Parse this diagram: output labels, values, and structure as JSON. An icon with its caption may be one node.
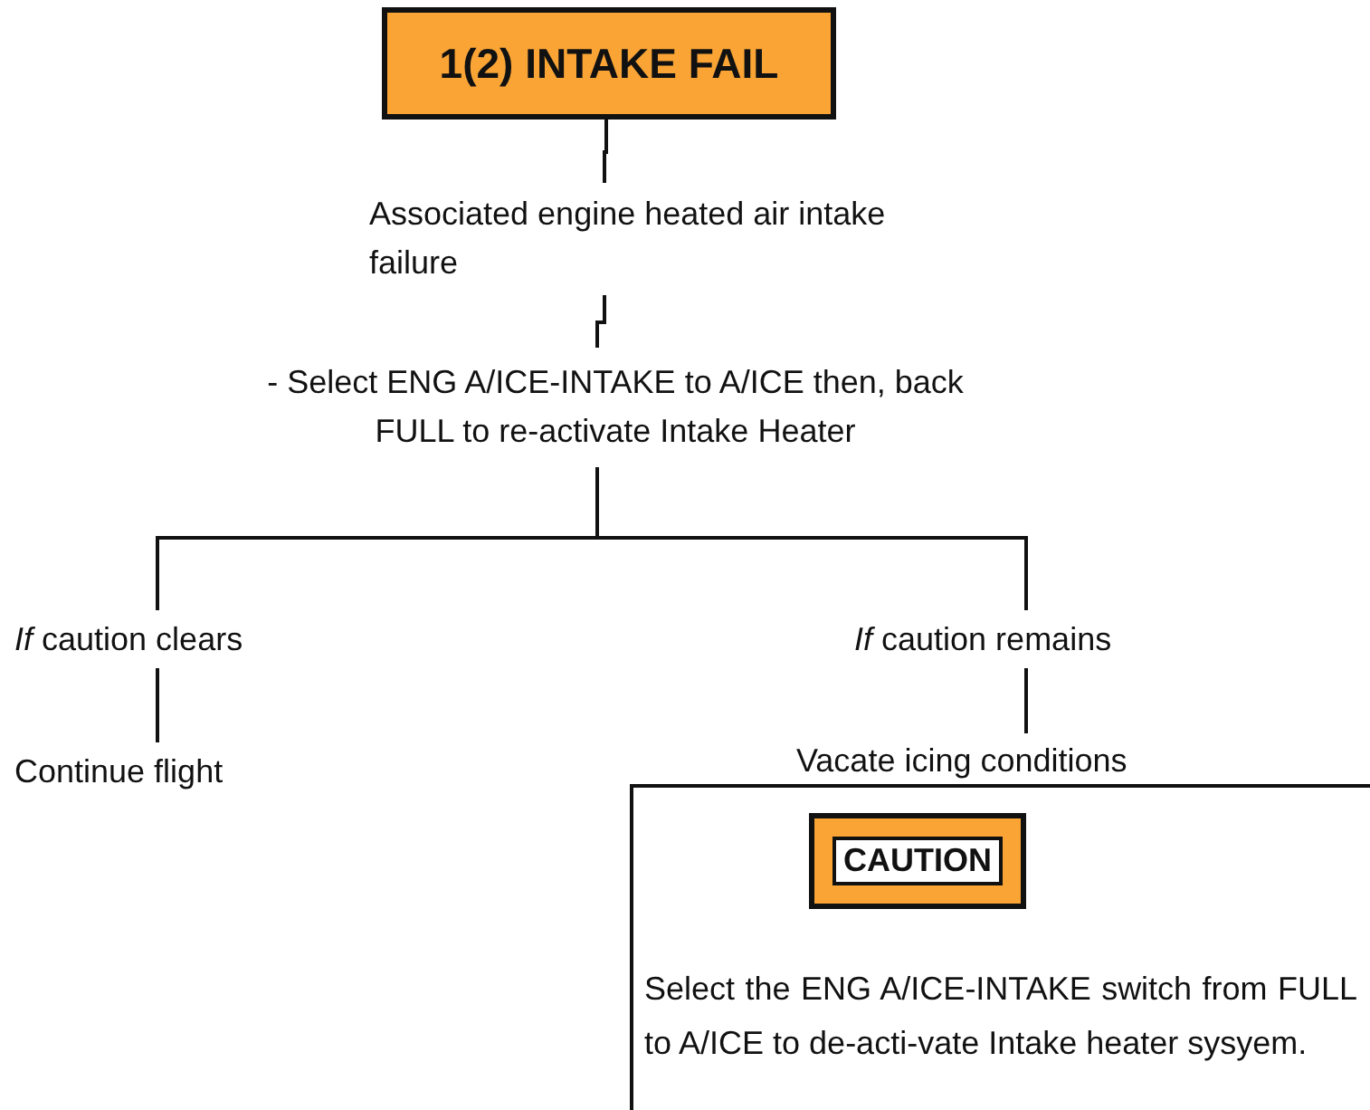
{
  "diagram": {
    "nodes": [
      {
        "text": [
          "1(2) INTAKE FAIL"
        ]
      },
      {
        "text": [
          "Associated engine heated air intake failure"
        ]
      },
      {
        "text": [
          "- Select ENG A/ICE-INTAKE to A/ICE then, back FULL to re-activate Intake Heater"
        ]
      },
      {
        "text": [
          "*If* caution clears"
        ]
      },
      {
        "text": [
          "*If* caution remains"
        ]
      },
      {
        "text": [
          "Continue flight"
        ]
      },
      {
        "text": [
          "Vacate icing conditions"
        ]
      },
      {
        "text": [
          "Select the ENG A/ICE-INTAKE switch from FULL to A/ICE to de-acti-vate Intake heater sysyem."
        ]
      },
      {
        "text": [
          "CAUTION"
        ],
        "in": 7
      }
    ],
    "edges": [
      {
        "from": 0,
        "to": 1,
        "arrow": "none"
      },
      {
        "from": 1,
        "to": 2,
        "arrow": "none"
      },
      {
        "from": 2,
        "to": 3,
        "arrow": "none"
      },
      {
        "from": 2,
        "to": 4,
        "arrow": "none"
      },
      {
        "from": 3,
        "to": 5,
        "arrow": "none"
      },
      {
        "from": 4,
        "to": 6,
        "arrow": "none"
      }
    ]
  }
}
